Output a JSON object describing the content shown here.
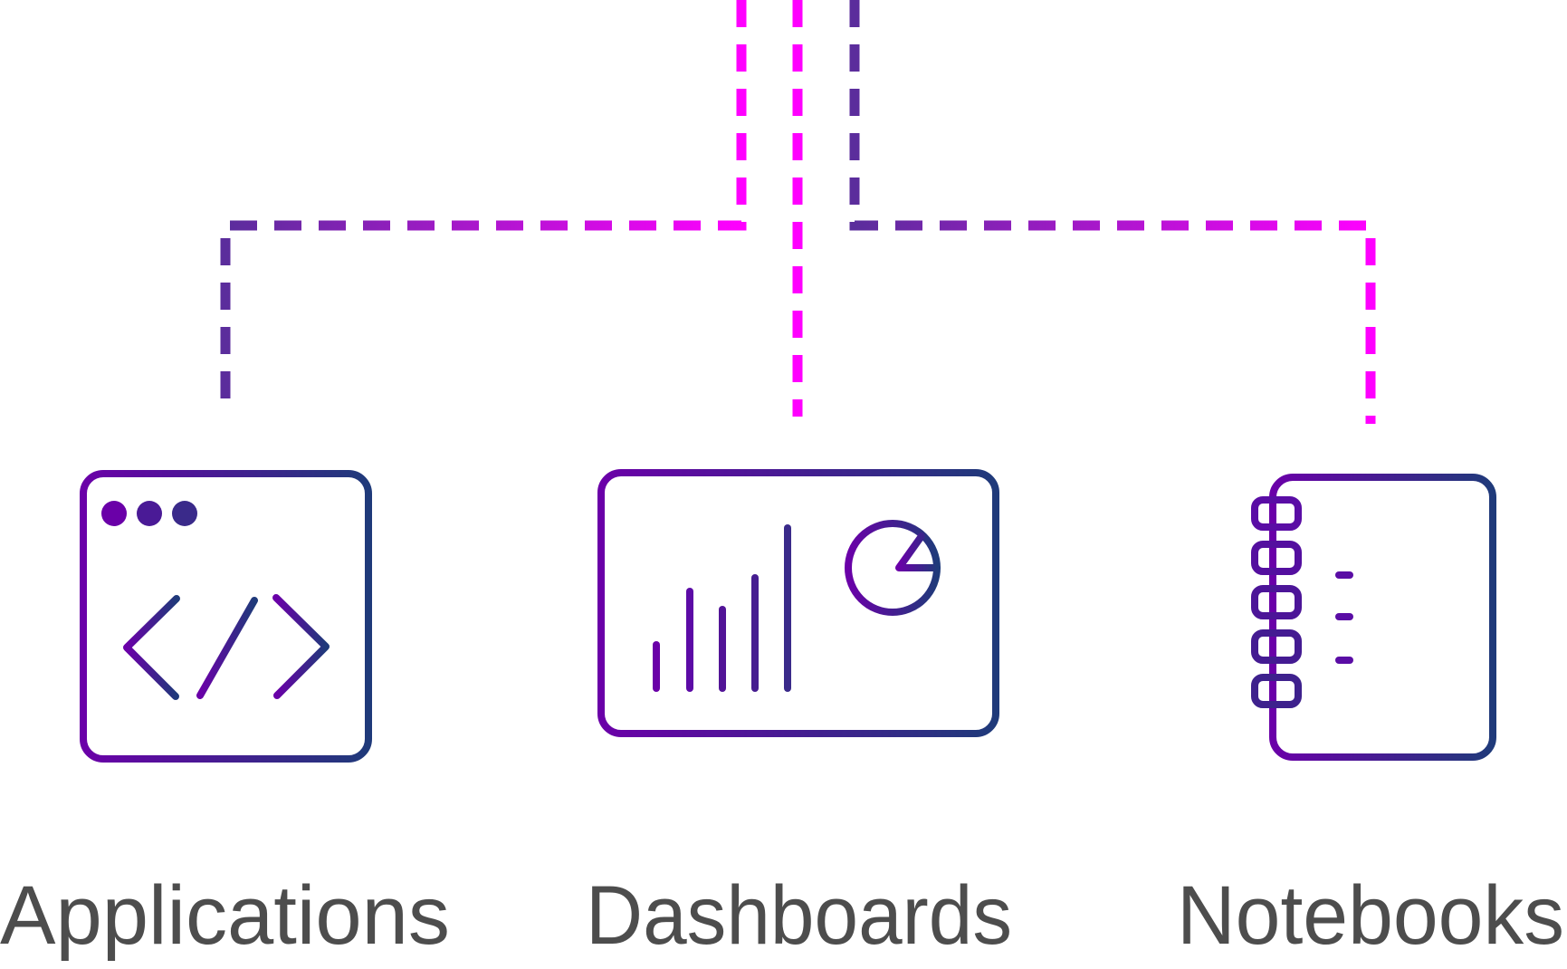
{
  "colors": {
    "connector_light": "#ff00ff",
    "connector_dark": "#5b2d9c",
    "icon_start": "#6a00a8",
    "icon_end": "#1f3a7a",
    "label": "#4d4d4d"
  },
  "items": [
    {
      "label": "Applications",
      "icon": "browser-code-icon"
    },
    {
      "label": "Dashboards",
      "icon": "monitor-chart-icon"
    },
    {
      "label": "Notebooks",
      "icon": "spiral-notebook-icon"
    }
  ]
}
